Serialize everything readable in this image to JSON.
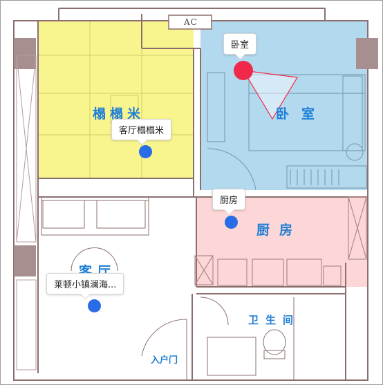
{
  "floorplan": {
    "ac_label": "AC",
    "entrance_label": "入户门",
    "room_labels": {
      "tatami": "榻榻米",
      "bedroom": "卧室",
      "kitchen": "厨房",
      "living": "客厅",
      "bathroom": "卫生间"
    }
  },
  "markers": [
    {
      "id": "bedroom",
      "label": "卧室",
      "color": "#f0294a",
      "active": true
    },
    {
      "id": "living-tatami",
      "label": "客厅榻榻米",
      "color": "#2a6be6",
      "active": false
    },
    {
      "id": "kitchen",
      "label": "厨房",
      "color": "#2a6be6",
      "active": false
    },
    {
      "id": "living",
      "label": "莱顿小镇澜海...",
      "color": "#2a6be6",
      "active": false
    }
  ],
  "colors": {
    "tatami_fill": "#f9f58e",
    "bedroom_fill": "#b3d9ef",
    "kitchen_fill": "#fdd7d7",
    "wall": "#8c6e6e",
    "active_marker": "#f0294a",
    "inactive_marker": "#2a6be6",
    "label_blue": "#1f7fd6"
  }
}
